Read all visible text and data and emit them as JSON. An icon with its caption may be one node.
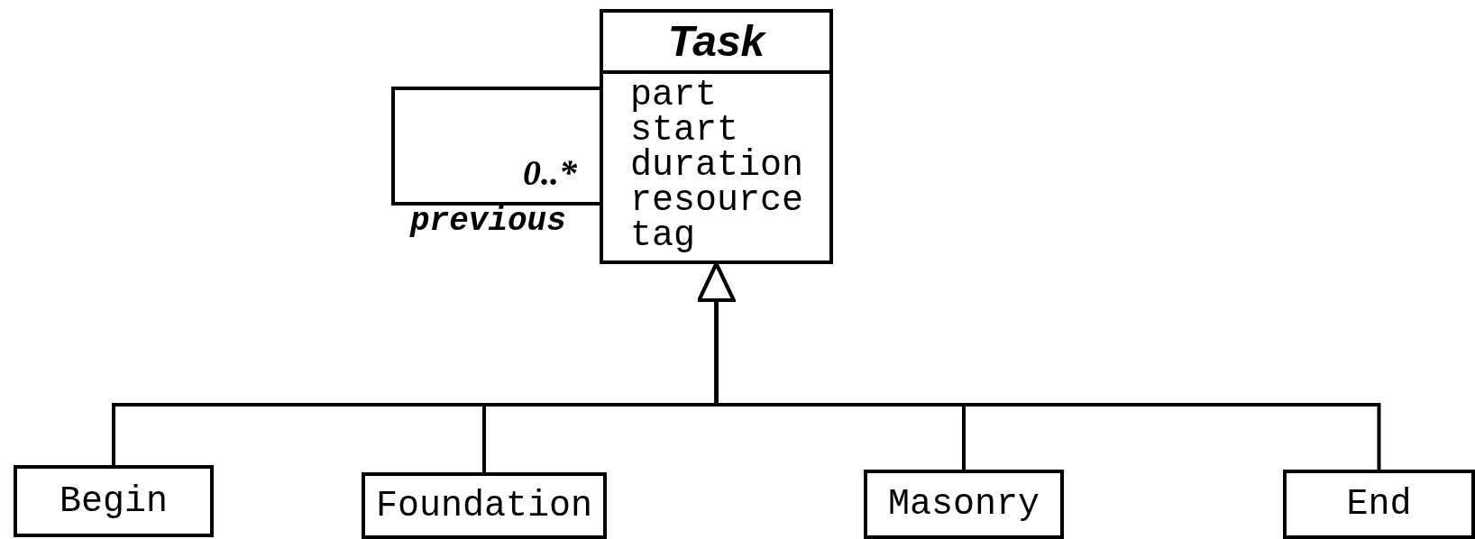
{
  "diagram": {
    "nodes": [
      {
        "text": [
          "Task",
          "part",
          "start",
          "duration",
          "resource",
          "tag"
        ]
      },
      {
        "text": [
          "Begin"
        ]
      },
      {
        "text": [
          "Foundation"
        ]
      },
      {
        "text": [
          "Masonry"
        ]
      },
      {
        "text": [
          "End"
        ]
      }
    ],
    "edges": [
      {
        "from": 0,
        "to": 0,
        "arrow": "none",
        "label": "0..*"
      },
      {
        "from": 1,
        "to": 0,
        "arrow": "to"
      },
      {
        "from": 2,
        "to": 0,
        "arrow": "to"
      },
      {
        "from": 3,
        "to": 0,
        "arrow": "to"
      },
      {
        "from": 4,
        "to": 0,
        "arrow": "to"
      }
    ],
    "labels": [
      "previous"
    ]
  }
}
